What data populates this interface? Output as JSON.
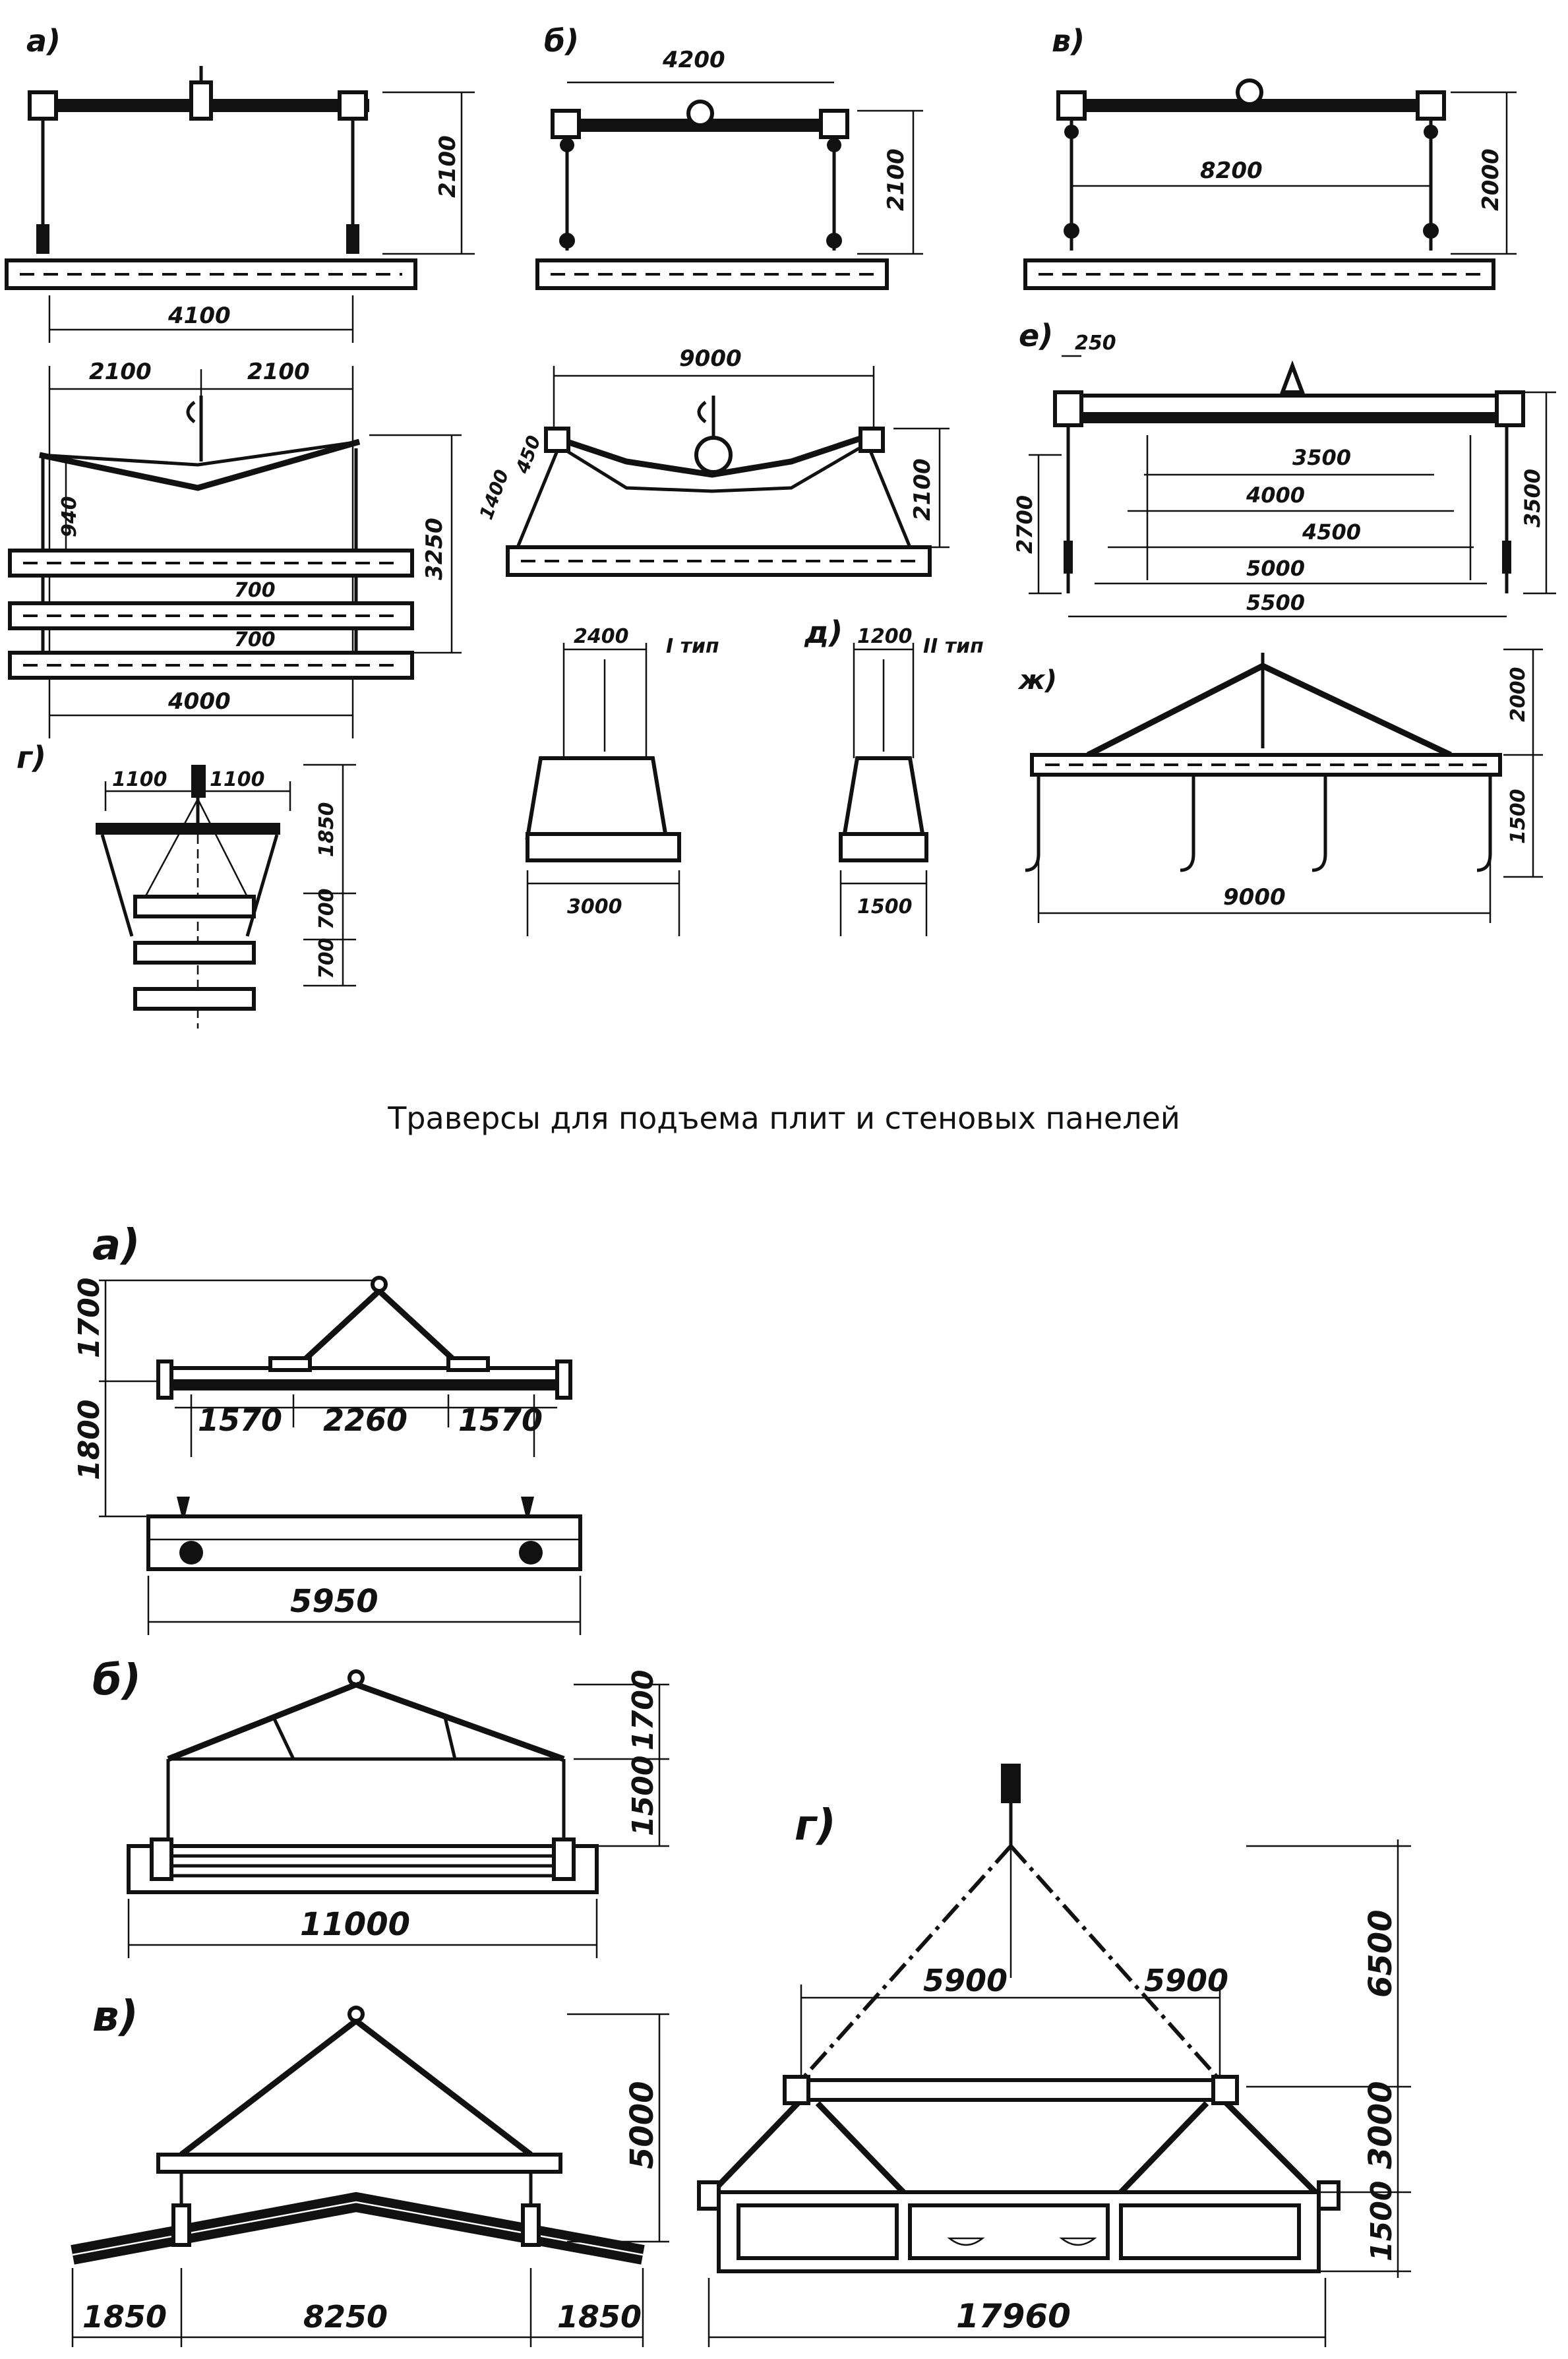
{
  "upper": {
    "a": {
      "label": "а)",
      "d1": "2100",
      "d2": "4100"
    },
    "b": {
      "label": "б)",
      "d1": "4200",
      "d2": "2100"
    },
    "v": {
      "label": "в)",
      "d1": "8200",
      "d2": "2000"
    },
    "g_top": {
      "d1": "2100",
      "d2": "2100",
      "d3": "940",
      "d4": "700",
      "d5": "700",
      "d6": "3250",
      "d7": "4000"
    },
    "g": {
      "label": "г)",
      "d1": "1100",
      "d2": "1100",
      "d3": "1850",
      "d4": "700",
      "d5": "700"
    },
    "b2": {
      "d1": "9000",
      "d2": "450",
      "d3": "1400",
      "d4": "2100"
    },
    "e": {
      "label": "е)",
      "d1": "250",
      "d2": "3500",
      "d3": "4000",
      "d4": "4500",
      "d5": "5000",
      "d6": "5500",
      "d7": "2700",
      "d8": "3500"
    },
    "d": {
      "label": "д)",
      "t1w": "2400",
      "t1": "I тип",
      "t1b": "3000",
      "t2w": "1200",
      "t2": "II тип",
      "t2b": "1500"
    },
    "zh": {
      "label": "ж)",
      "d1": "2000",
      "d2": "1500",
      "d3": "9000"
    }
  },
  "caption": "Траверсы для подъема плит и стеновых панелей",
  "lower": {
    "a": {
      "label": "а)",
      "d1": "1700",
      "d2": "1800",
      "d3": "1570",
      "d4": "2260",
      "d5": "1570",
      "d6": "5950"
    },
    "b": {
      "label": "б)",
      "d1": "1700",
      "d2": "1500",
      "d3": "11000"
    },
    "v": {
      "label": "в)",
      "d1": "5000",
      "d2": "1850",
      "d3": "8250",
      "d4": "1850"
    },
    "g": {
      "label": "г)",
      "d1": "5900",
      "d2": "5900",
      "d3": "6500",
      "d4": "3000",
      "d5": "1500",
      "d6": "17960"
    }
  }
}
